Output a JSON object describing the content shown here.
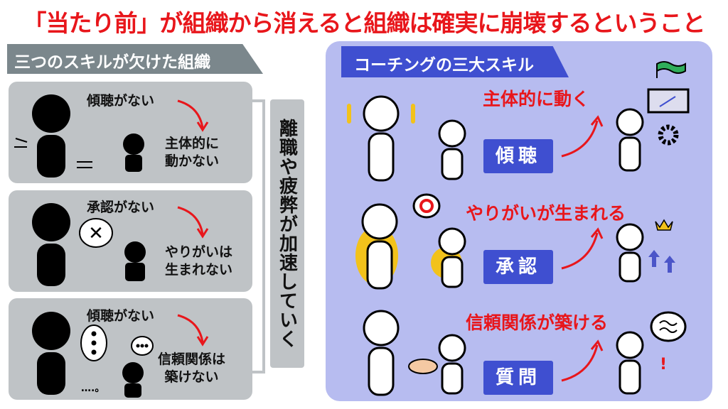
{
  "title": "「当たり前」が組織から消えると組織は確実に崩壊するということ",
  "left": {
    "header": "三つのスキルが欠けた組織",
    "panels": [
      {
        "cause": "傾聴がない",
        "effect1": "主体的に",
        "effect2": "動かない"
      },
      {
        "cause": "承認がない",
        "effect1": "やりがいは",
        "effect2": "生まれない"
      },
      {
        "cause": "傾聴がない",
        "effect1": "信頼関係は",
        "effect2": "築けない",
        "mutter": "….。"
      }
    ],
    "result": "離職や疲弊が加速していく"
  },
  "right": {
    "header": "コーチングの三大スキル",
    "rows": [
      {
        "skill": "傾聴",
        "outcome": "主体的に動く"
      },
      {
        "skill": "承認",
        "outcome": "やりがいが生まれる"
      },
      {
        "skill": "質問",
        "outcome": "信頼関係が築ける"
      }
    ]
  },
  "colors": {
    "title": "#e8161b",
    "blue": "#3f4fd0",
    "panel": "#b7bcf0",
    "gray": "#bfc3c6"
  }
}
